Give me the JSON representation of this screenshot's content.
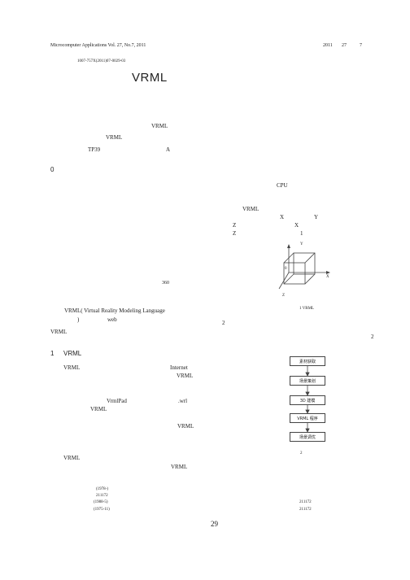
{
  "header": {
    "journal": "Microcomputer Applications Vol. 27, No.7, 2011",
    "year": "2011",
    "vol": "27",
    "issue": "7"
  },
  "article_id": "1007-757X(2011)07-0029-03",
  "title": "VRML",
  "abstract": {
    "line1": "VRML",
    "line2": "VRML",
    "clc": "TP39",
    "doc_code": "A"
  },
  "sections": {
    "s0": "0",
    "s1_num": "1",
    "s1_title": "VRML",
    "s2_num": "2"
  },
  "left_col": {
    "deg360": "360",
    "vrml_full_1": "VRML( Virtual Reality Modeling Language",
    "vrml_full_2": ")",
    "web": "web",
    "vrml_a": "VRML",
    "p1_vrml": "VRML",
    "p1_internet": "Internet",
    "p1_vrml2": "VRML",
    "p2_vrmlpad": "VrmlPad",
    "p2_wrl": ".wrl",
    "p2_vrml": "VRML",
    "p3_vrml": "VRML",
    "p4_vrml": "VRML",
    "p4_vrml2": "VRML"
  },
  "right_col": {
    "cpu": "CPU",
    "vrml": "VRML",
    "x": "X",
    "y": "Y",
    "z1": "Z",
    "x2": "X",
    "z2": "Z",
    "one": "1",
    "fig1_caption": "1  VRML",
    "two": "2"
  },
  "figure1": {
    "axis_y": "Y",
    "axis_x": "X",
    "axis_z": "Z",
    "origin": "0"
  },
  "figure2": {
    "steps": [
      "素材获取",
      "场景策划",
      "3D 建模",
      "VRML 程序",
      "场景调优"
    ],
    "caption": "2"
  },
  "footnotes": {
    "f1": "(1978-)",
    "f2": "211172",
    "f3": "(1988-5)",
    "f4": "(1975-11)",
    "f3_code": "211172",
    "f4_code": "211172"
  },
  "page_number": "29"
}
